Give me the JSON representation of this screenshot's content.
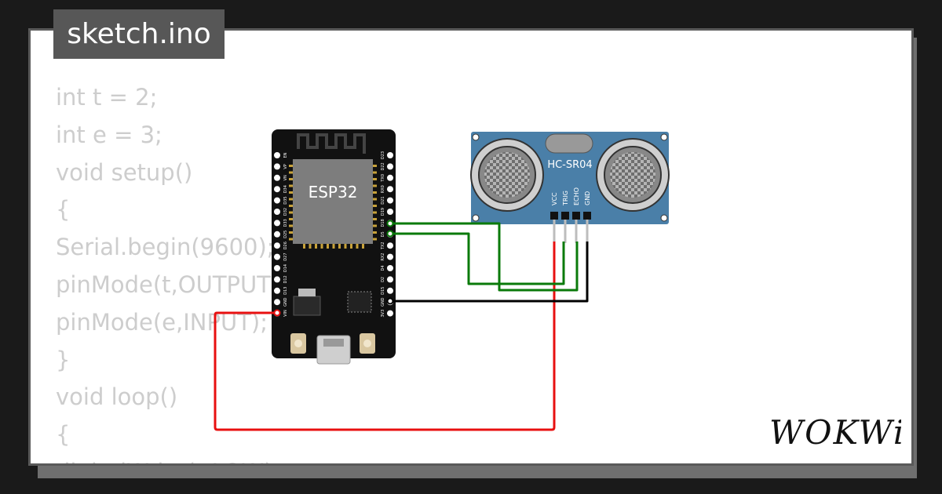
{
  "file_tab": {
    "label": "sketch.ino"
  },
  "code_lines": [
    "int t = 2;",
    "int e = 3;",
    "void setup()",
    "{",
    "Serial.begin(9600);",
    "pinMode(t,OUTPUT);",
    "pinMode(e,INPUT);",
    "}",
    "void loop()",
    "{",
    "digitalWrite(t,LOW);"
  ],
  "esp32": {
    "chip_label": "ESP32",
    "left_pins": [
      "EN",
      "VP",
      "VN",
      "D34",
      "D35",
      "D32",
      "D33",
      "D25",
      "D26",
      "D27",
      "D14",
      "D12",
      "D13",
      "GND",
      "VIN"
    ],
    "right_pins": [
      "D23",
      "D22",
      "TX0",
      "RX0",
      "D21",
      "D19",
      "D18",
      "D5",
      "TX2",
      "RX2",
      "D4",
      "D2",
      "D15",
      "GND",
      "3V3"
    ]
  },
  "sensor": {
    "label": "HC-SR04",
    "pins": [
      "VCC",
      "TRIG",
      "ECHO",
      "GND"
    ]
  },
  "wires": {
    "colors": {
      "power": "#e81010",
      "ground": "#000000",
      "signal": "#0a7a0a"
    }
  },
  "logo_text": "WOKWi",
  "colors": {
    "background": "#1a1a1a",
    "code_text": "#cdcdcd",
    "board": "#111111",
    "sensor_pcb": "#4a7fa8"
  }
}
